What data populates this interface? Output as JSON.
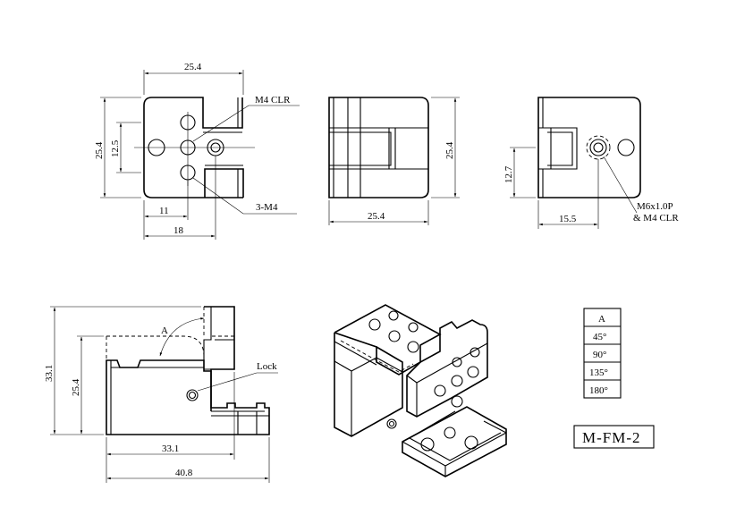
{
  "model_code": "M-FM-2",
  "angle_table": {
    "header": "A",
    "rows": [
      "45°",
      "90°",
      "135°",
      "180°"
    ]
  },
  "front_view": {
    "width_dim": "25.4",
    "height_dim": "25.4",
    "inner_dim": "12.5",
    "hole_offset_dim": "11",
    "overall_dim": "18",
    "clear_callout": "M4 CLR",
    "tap_callout": "3-M4"
  },
  "side_view": {
    "width_dim": "25.4",
    "height_dim": "25.4"
  },
  "right_view": {
    "height_dim": "12.7",
    "width_dim": "15.5",
    "callout_line1": "M6x1.0P",
    "callout_line2": "& M4 CLR"
  },
  "rotation_view": {
    "height_total_dim": "33.1",
    "height_dim": "25.4",
    "width_dim": "33.1",
    "overall_dim": "40.8",
    "angle_label": "A",
    "lock_label": "Lock"
  }
}
